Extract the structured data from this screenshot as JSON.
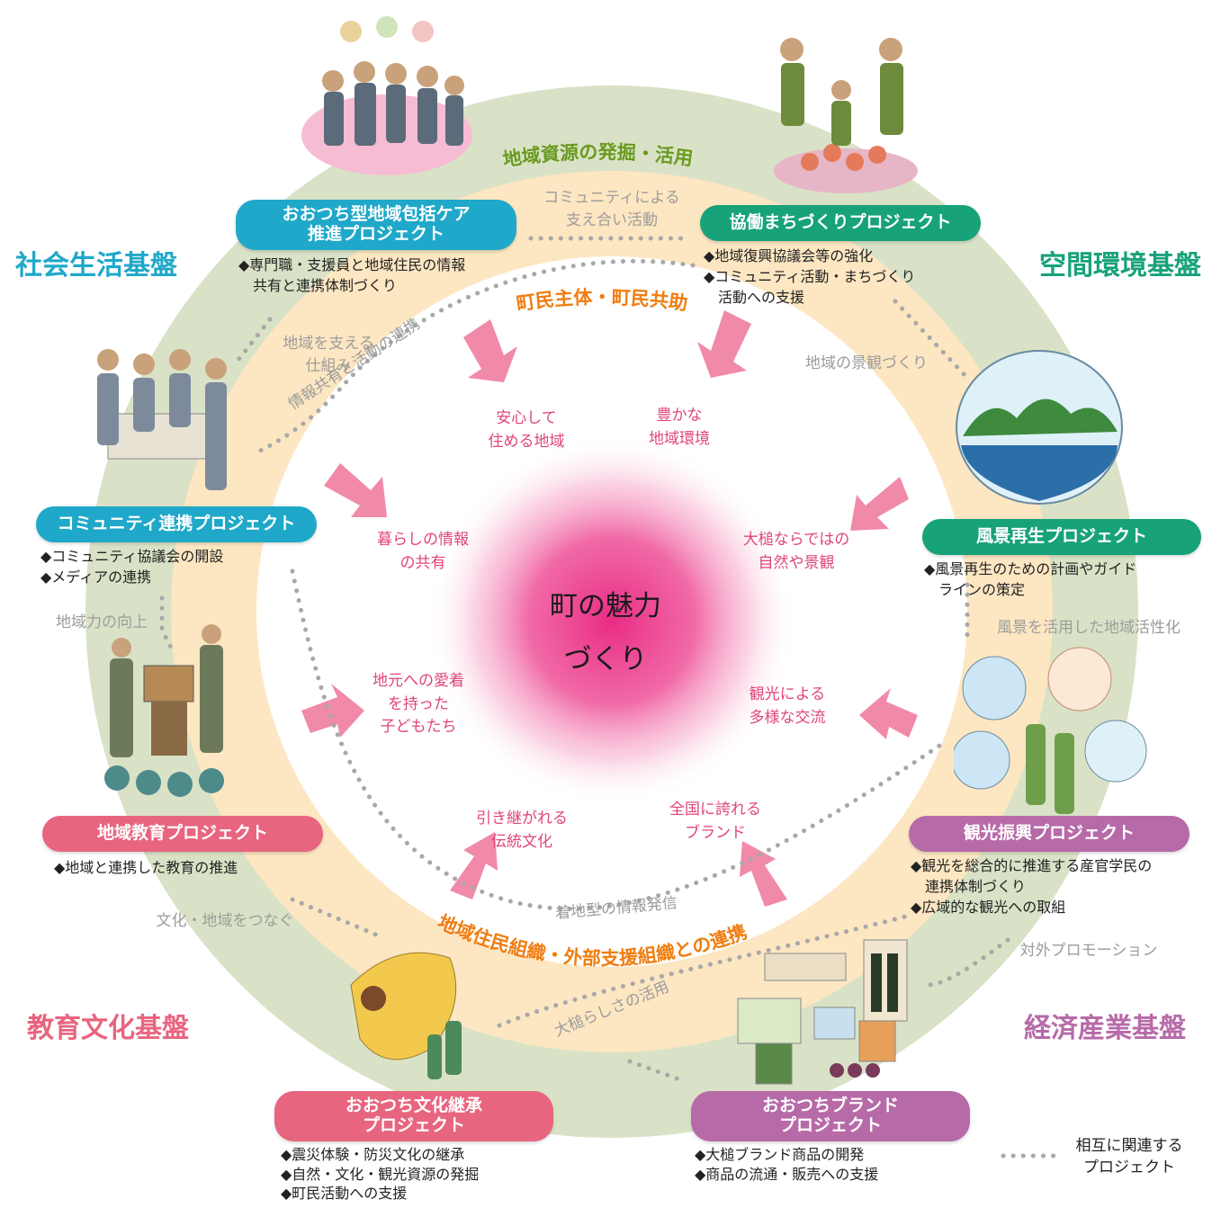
{
  "center": {
    "title": "町の魅力\nづくり"
  },
  "categories": {
    "social": "社会生活基盤",
    "spatial": "空間環境基盤",
    "education": "教育文化基盤",
    "economy": "経済産業基盤"
  },
  "ring_labels": {
    "outer_top": "地域資源の発掘・活用",
    "middle_top": "町民主体・町民共助",
    "middle_bottom": "地域住民組織・外部支援組織との連携"
  },
  "goals": [
    "安心して\n住める地域",
    "豊かな\n地域環境",
    "暮らしの情報\nの共有",
    "大槌ならではの\n自然や景観",
    "地元への愛着\nを持った\n子どもたち",
    "観光による\n多様な交流",
    "引き継がれる\n伝統文化",
    "全国に誇れる\nブランド"
  ],
  "links": [
    "コミュニティによる\n支え合い活動",
    "地域を支える\n仕組み",
    "情報共有と活動の連携",
    "地域の景観づくり",
    "地域力の向上",
    "風景を活用した地域活性化",
    "着地型の情報発信",
    "文化・地域をつなぐ",
    "対外プロモーション",
    "大槌らしさの活用"
  ],
  "projects": {
    "care": {
      "title1": "おおつち型地域包括ケア",
      "title2": "推進プロジェクト",
      "items": [
        "◆専門職・支援員と地域住民の情報",
        "　共有と連携体制づくり"
      ]
    },
    "machi": {
      "title1": "協働まちづくりプロジェクト",
      "items": [
        "◆地域復興協議会等の強化",
        "◆コミュニティ活動・まちづくり",
        "　活動への支援"
      ]
    },
    "community": {
      "title1": "コミュニティ連携プロジェクト",
      "items": [
        "◆コミュニティ協議会の開設",
        "◆メディアの連携"
      ]
    },
    "scenery": {
      "title1": "風景再生プロジェクト",
      "items": [
        "◆風景再生のための計画やガイド",
        "　ラインの策定"
      ]
    },
    "education": {
      "title1": "地域教育プロジェクト",
      "items": [
        "◆地域と連携した教育の推進"
      ]
    },
    "tourism": {
      "title1": "観光振興プロジェクト",
      "items": [
        "◆観光を総合的に推進する産官学民の",
        "　連携体制づくり",
        "◆広域的な観光への取組"
      ]
    },
    "culture": {
      "title1": "おおつち文化継承",
      "title2": "プロジェクト",
      "items": [
        "◆震災体験・防災文化の継承",
        "◆自然・文化・観光資源の発掘",
        "◆町民活動への支援"
      ]
    },
    "brand": {
      "title1": "おおつちブランド",
      "title2": "プロジェクト",
      "items": [
        "◆大槌ブランド商品の開発",
        "◆商品の流通・販売への支援"
      ]
    }
  },
  "legend": {
    "label": "相互に関連する\nプロジェクト"
  },
  "colors": {
    "outer_ring": "#d9e2c6",
    "middle_ring": "#fde6c2",
    "center_glow": "#e8207e",
    "arrow": "#f08aa8",
    "dotted": "#a8a8a8",
    "social": "#1fa8c9",
    "spatial": "#17a27a",
    "education": "#e8657f",
    "economy": "#b76aa8"
  }
}
